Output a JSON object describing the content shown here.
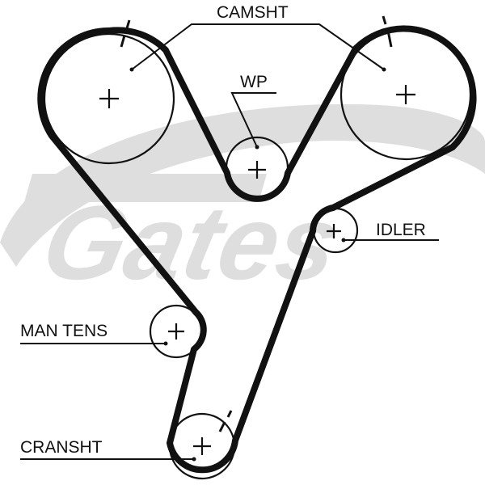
{
  "watermark": {
    "logo_text": "Gates",
    "color": "#dedede"
  },
  "colors": {
    "belt": "#111111",
    "pulley": "#111111",
    "background": "#ffffff"
  },
  "labels": {
    "camshaft": "CAMSHT",
    "water_pump": "WP",
    "idler": "IDLER",
    "manual_tensioner": "MAN TENS",
    "crankshaft": "CRANSHT"
  }
}
